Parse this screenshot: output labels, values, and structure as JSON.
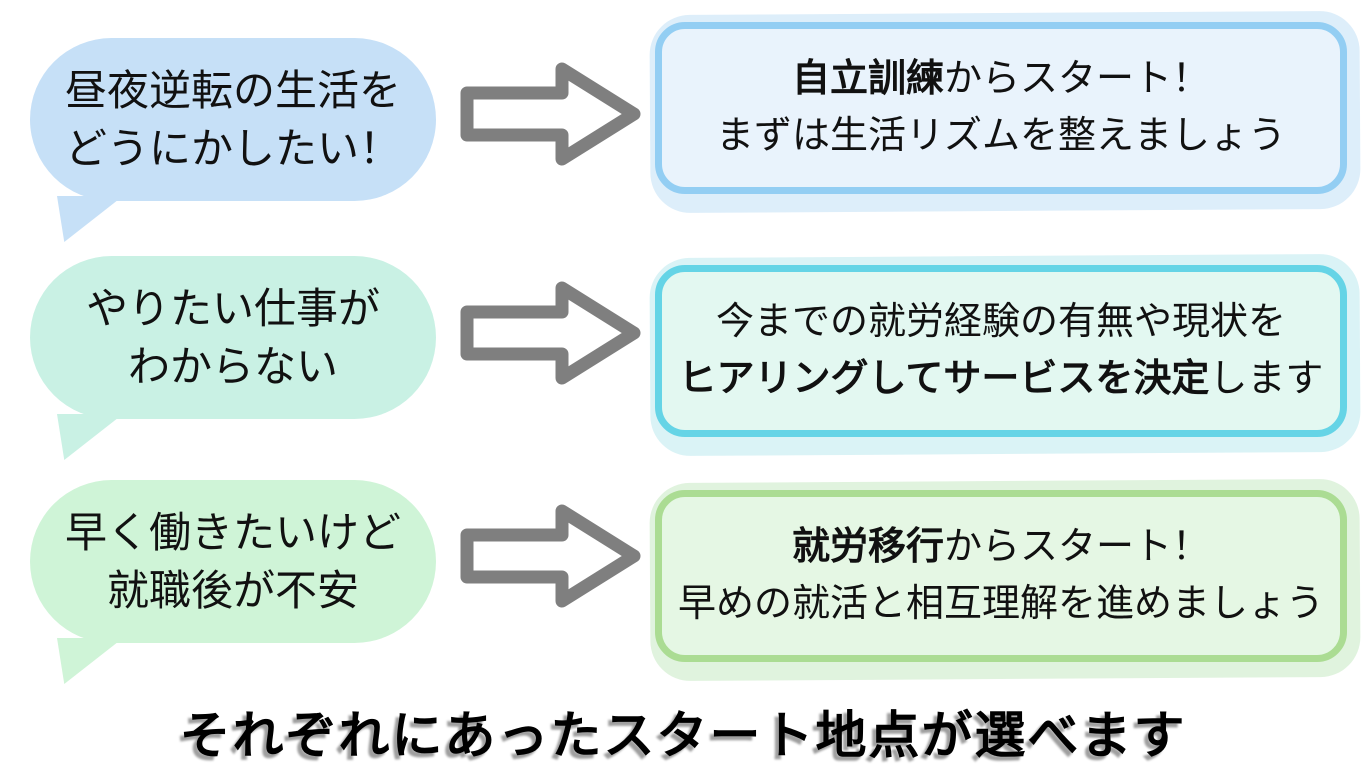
{
  "rows": [
    {
      "bubble": {
        "line1": "昼夜逆転の生活を",
        "line2": "どうにかしたい！"
      },
      "box": {
        "line1": {
          "pre": "",
          "bold": "自立訓練",
          "post": "からスタート！"
        },
        "line2": {
          "pre": "まずは生活リズムを整えましょう",
          "bold": "",
          "post": ""
        }
      }
    },
    {
      "bubble": {
        "line1": "やりたい仕事が",
        "line2": "わからない"
      },
      "box": {
        "line1": {
          "pre": "今までの就労経験の有無や現状を",
          "bold": "",
          "post": ""
        },
        "line2": {
          "pre": "",
          "bold": "ヒアリングしてサービスを決定",
          "post": "します"
        }
      }
    },
    {
      "bubble": {
        "line1": "早く働きたいけど",
        "line2": "就職後が不安"
      },
      "box": {
        "line1": {
          "pre": "",
          "bold": "就労移行",
          "post": "からスタート！"
        },
        "line2": {
          "pre": "早めの就活と相互理解を進めましょう",
          "bold": "",
          "post": ""
        }
      }
    }
  ],
  "footer": {
    "title": "それぞれにあったスタート地点が選べます"
  },
  "icons": {
    "arrow": "right-block-arrow"
  },
  "colors": {
    "bubble1-bg": "#c6e0f7",
    "bubble2-bg": "#c9f1e4",
    "bubble3-bg": "#cff4d7",
    "box1-fill": "#e9f3fc",
    "box1-border": "#93cef3",
    "box1-shadow": "#ddeefa",
    "box2-fill": "#e3f8f1",
    "box2-border": "#65d4e6",
    "box2-shadow": "#daf3f6",
    "box3-fill": "#e5f7e4",
    "box3-border": "#abdc93",
    "box3-shadow": "#e0f3de",
    "arrow-stroke": "#7f7f7f",
    "arrow-fill": "#ffffff",
    "heading-text": "#000000",
    "heading-shadow": "#9f9f9f"
  }
}
